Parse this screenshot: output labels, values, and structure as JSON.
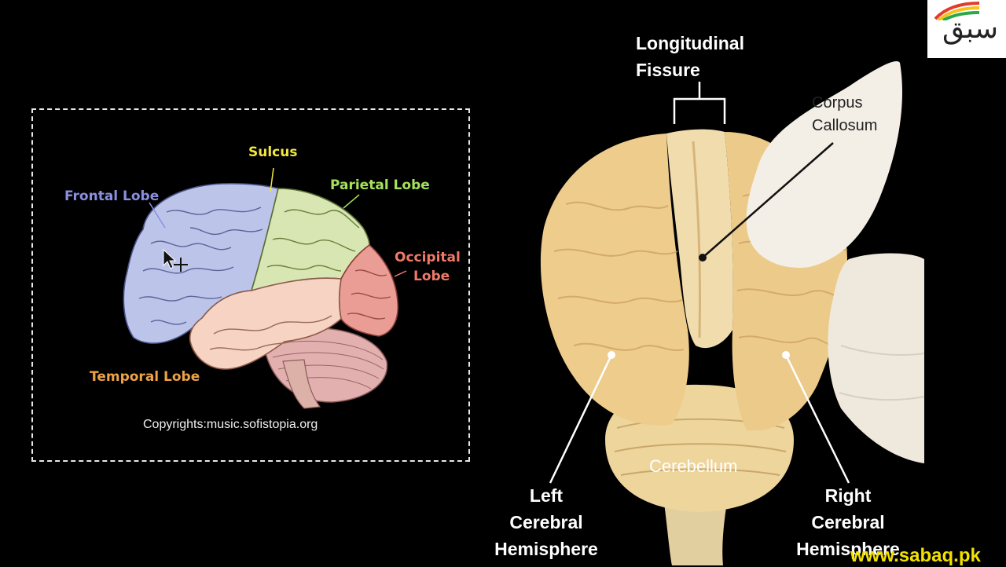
{
  "left_diagram": {
    "labels": {
      "sulcus": "Sulcus",
      "frontal_lobe": "Frontal Lobe",
      "parietal_lobe": "Parietal Lobe",
      "occipital_lobe_line1": "Occipital",
      "occipital_lobe_line2": "Lobe",
      "temporal_lobe": "Temporal Lobe"
    },
    "copyright": "Copyrights:music.sofistopia.org"
  },
  "right_photo": {
    "labels": {
      "longitudinal_fissure_line1": "Longitudinal",
      "longitudinal_fissure_line2": "Fissure",
      "corpus_callosum_line1": "Corpus",
      "corpus_callosum_line2": "Callosum",
      "cerebellum": "Cerebellum",
      "left_hemisphere_line1": "Left",
      "left_hemisphere_line2": "Cerebral",
      "left_hemisphere_line3": "Hemisphere",
      "right_hemisphere_line1": "Right",
      "right_hemisphere_line2": "Cerebral",
      "right_hemisphere_line3": "Hemisphere"
    }
  },
  "branding": {
    "logo_text": "سبق",
    "website": "www.sabaq.pk"
  },
  "colors": {
    "frontal": "#b9c3ea",
    "parietal": "#d6e6b0",
    "occipital": "#e89a92",
    "temporal": "#f6d2c2",
    "cerebellum": "#e6b3b3",
    "sulcus_label": "#f0e642",
    "frontal_label": "#8b8fe0",
    "parietal_label": "#a6e25a",
    "occipital_label": "#f07a68",
    "temporal_label": "#eca246",
    "photo_brain": "#e8c98c"
  }
}
